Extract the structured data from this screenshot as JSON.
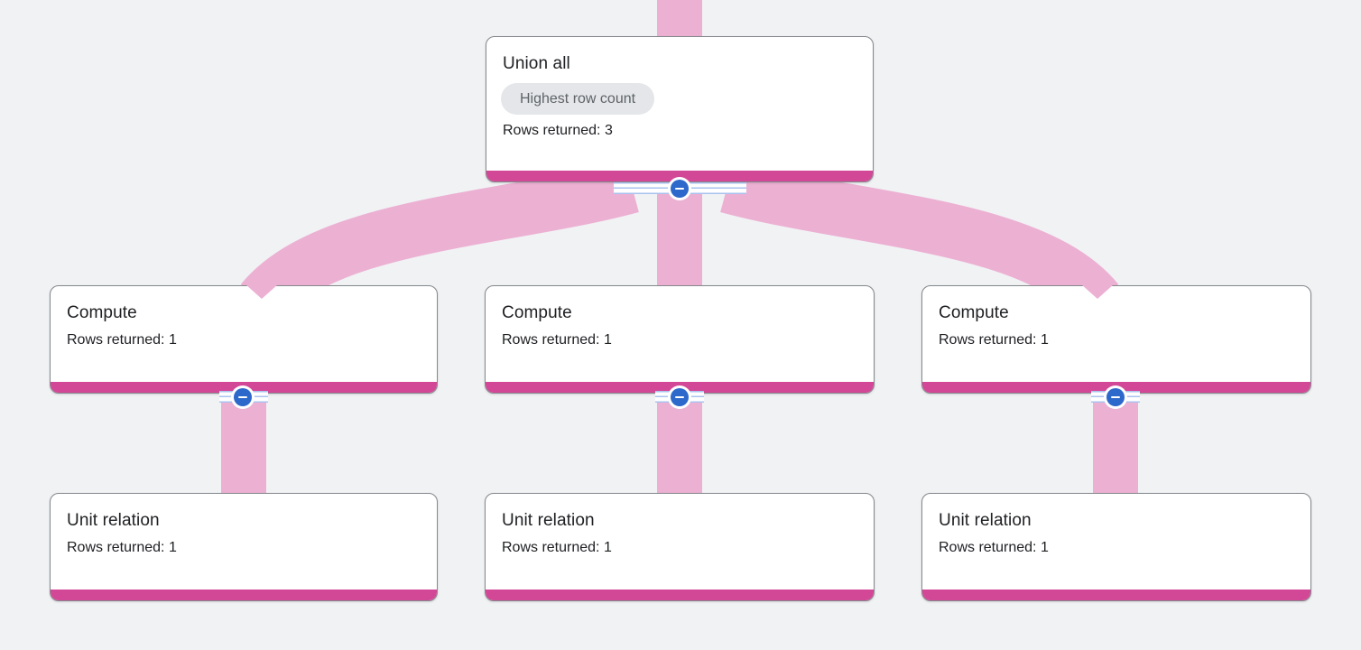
{
  "theme": {
    "bg": "#f1f2f4",
    "edge-pink": "#ecb0d3",
    "bar-magenta": "#d34896",
    "button-blue": "#2d68cb",
    "stripe-blue": "#a9c3ef",
    "card-border": "#85898d",
    "badge-bg": "#e4e6e9",
    "badge-text": "#5f6368",
    "text": "#202124"
  },
  "icons": {
    "collapse": "minus-icon"
  },
  "nodes": [
    {
      "id": "union-all",
      "title": "Union all",
      "badge": "Highest row count",
      "rows": "Rows returned: 3"
    },
    {
      "id": "compute-left",
      "title": "Compute",
      "rows": "Rows returned: 1"
    },
    {
      "id": "compute-middle",
      "title": "Compute",
      "rows": "Rows returned: 1"
    },
    {
      "id": "compute-right",
      "title": "Compute",
      "rows": "Rows returned: 1"
    },
    {
      "id": "unit-relation-left",
      "title": "Unit relation",
      "rows": "Rows returned: 1"
    },
    {
      "id": "unit-relation-middle",
      "title": "Unit relation",
      "rows": "Rows returned: 1"
    },
    {
      "id": "unit-relation-right",
      "title": "Unit relation",
      "rows": "Rows returned: 1"
    }
  ]
}
